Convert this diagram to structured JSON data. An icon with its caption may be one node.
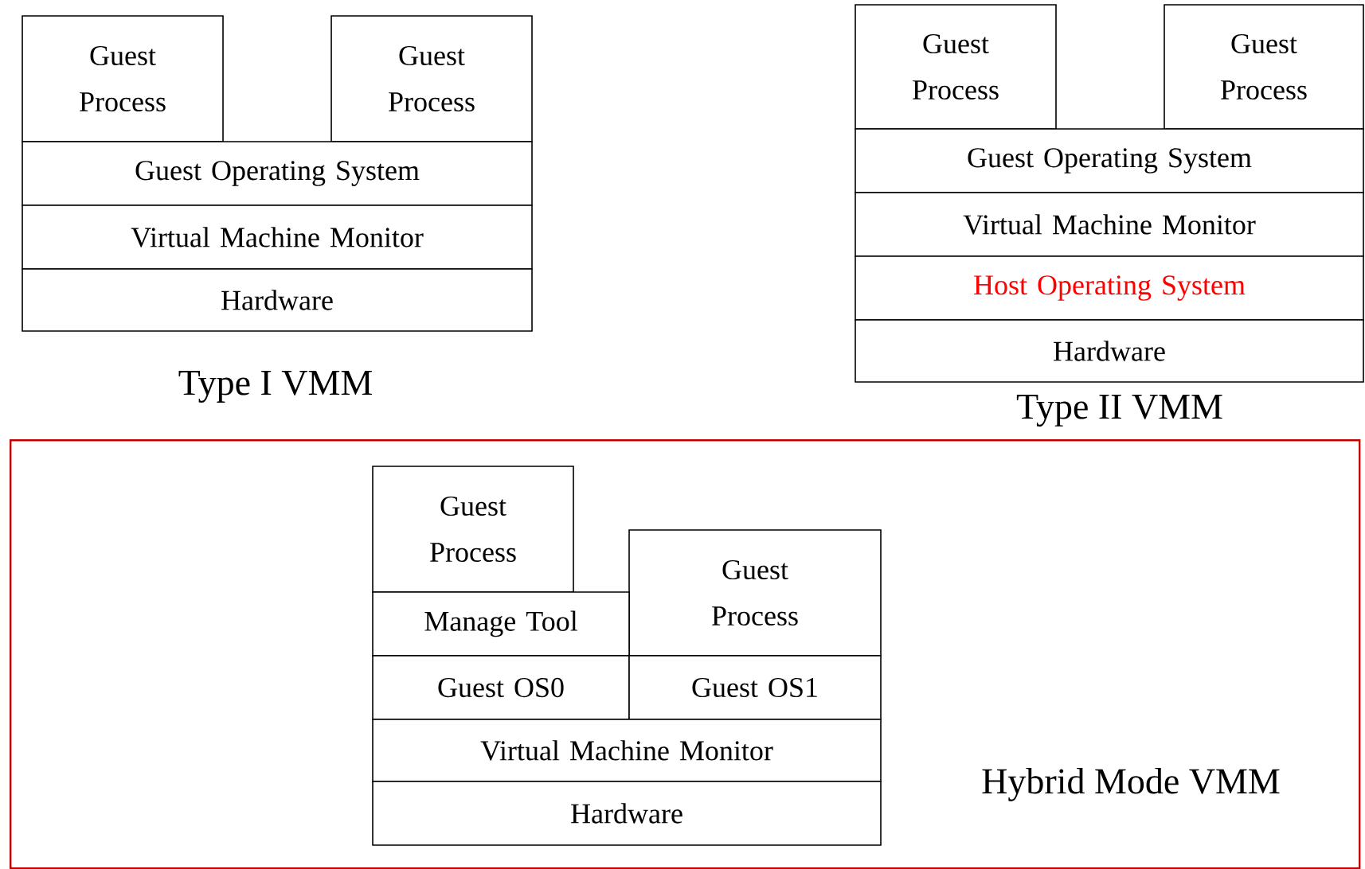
{
  "diagram": {
    "nodes": [
      {
        "text": [
          "Guest Process"
        ]
      },
      {
        "text": [
          "Guest Process"
        ]
      },
      {
        "text": [
          "Guest Operating System"
        ]
      },
      {
        "text": [
          "Virtual Machine Monitor"
        ]
      },
      {
        "text": [
          "Hardware"
        ]
      },
      {
        "text": [
          "Guest Process"
        ]
      },
      {
        "text": [
          "Guest Process"
        ]
      },
      {
        "text": [
          "Guest Operating System"
        ]
      },
      {
        "text": [
          "Virtual Machine Monitor"
        ]
      },
      {
        "text": [
          "Host Operating System"
        ]
      },
      {
        "text": [
          "Hardware"
        ]
      },
      {
        "text": [
          "Hybrid Mode VMM"
        ]
      },
      {
        "text": [
          "Guest Process"
        ],
        "in": 11
      },
      {
        "text": [
          "Guest Process"
        ],
        "in": 11
      },
      {
        "text": [
          "Manage Tool"
        ],
        "in": 11
      },
      {
        "text": [
          "Guest OS0"
        ],
        "in": 11
      },
      {
        "text": [
          "Guest OS1"
        ],
        "in": 11
      },
      {
        "text": [
          "Virtual Machine Monitor"
        ],
        "in": 11
      },
      {
        "text": [
          "Hardware"
        ],
        "in": 11
      }
    ],
    "labels": [
      "Type I VMM",
      "Type II VMM"
    ]
  }
}
